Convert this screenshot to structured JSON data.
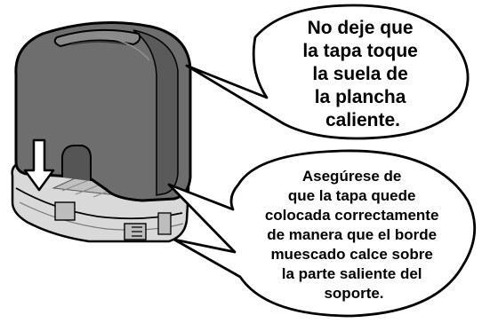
{
  "callout_top": {
    "lines": [
      "No deje que",
      "la tapa toque",
      "la suela de",
      "la plancha",
      "caliente."
    ]
  },
  "callout_bottom": {
    "lines": [
      "Asegúrese de",
      "que la tapa quede",
      "colocada correctamente",
      "de manera que el borde",
      "muescado calce sobre",
      "la parte saliente del",
      "soporte."
    ]
  },
  "colors": {
    "cover": "#6e6e6e",
    "cover_dark": "#4a4a4a",
    "base": "#d8d8d8",
    "outline": "#000000"
  }
}
